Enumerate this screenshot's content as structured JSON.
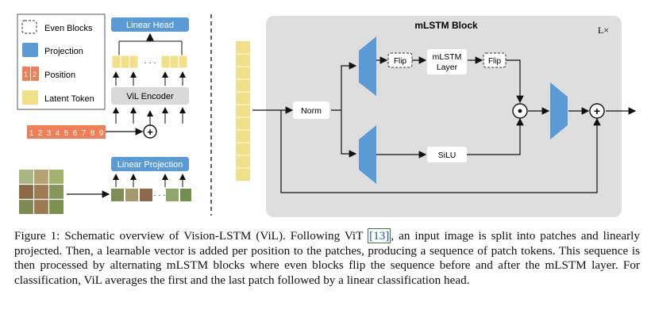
{
  "figure": {
    "legend": {
      "even_blocks": "Even Blocks",
      "projection": "Projection",
      "position": "Position",
      "position_icon_a": "1",
      "position_icon_b": "2",
      "latent_token": "Latent Token"
    },
    "left": {
      "linear_head": "Linear Head",
      "vil_encoder": "ViL Encoder",
      "linear_projection": "Linear Projection",
      "position_numbers": [
        "1",
        "2",
        "3",
        "4",
        "5",
        "6",
        "7",
        "8",
        "9"
      ],
      "dots": "· · ·"
    },
    "mlstm": {
      "title": "mLSTM Block",
      "repeat": "L×",
      "norm": "Norm",
      "flip_in": "Flip",
      "flip_out": "Flip",
      "layer_line1": "mLSTM",
      "layer_line2": "Layer",
      "silu": "SiLU",
      "multiply": "⊙",
      "add": "+"
    },
    "colors": {
      "projection": "#5b9bd5",
      "position": "#f07f58",
      "latent": "#f2e089",
      "block_bg": "#dedede",
      "header_blue": "#5b9bd5"
    }
  },
  "caption": {
    "part1": "Figure 1: Schematic overview of Vision-LSTM (ViL). Following ViT ",
    "ref": "[13]",
    "part2": ", an input image is split into patches and linearly projected. Then, a learnable vector is added per position to the patches, producing a sequence of patch tokens. This sequence is then processed by alternating mLSTM blocks where even blocks flip the sequence before and after the mLSTM layer. For classification, ViL averages the first and the last patch followed by a linear classification head."
  }
}
